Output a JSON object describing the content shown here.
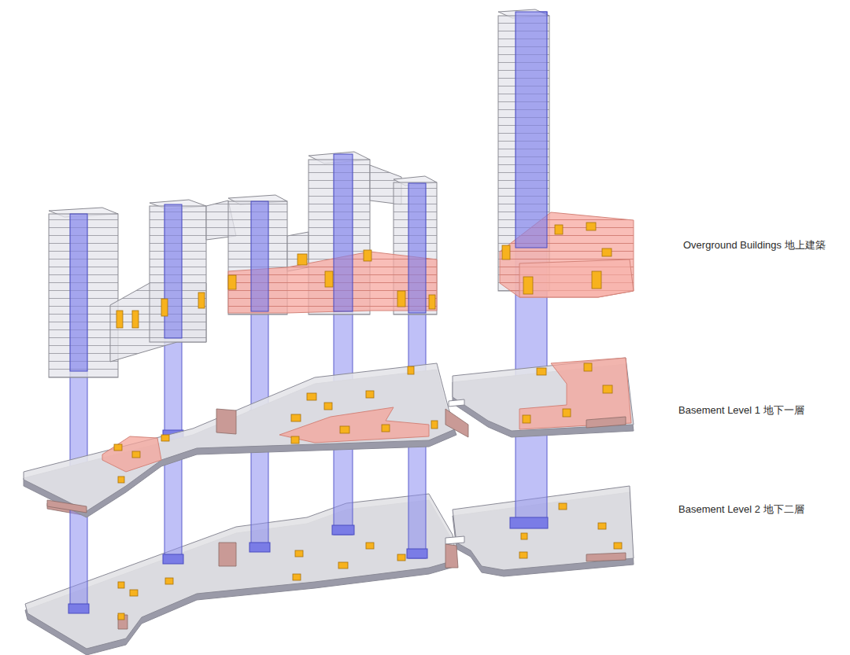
{
  "diagram": {
    "labels": [
      "Overground Buildings 地上建築",
      "Basement Level 1 地下一層",
      "Basement Level 2 地下二層"
    ]
  }
}
